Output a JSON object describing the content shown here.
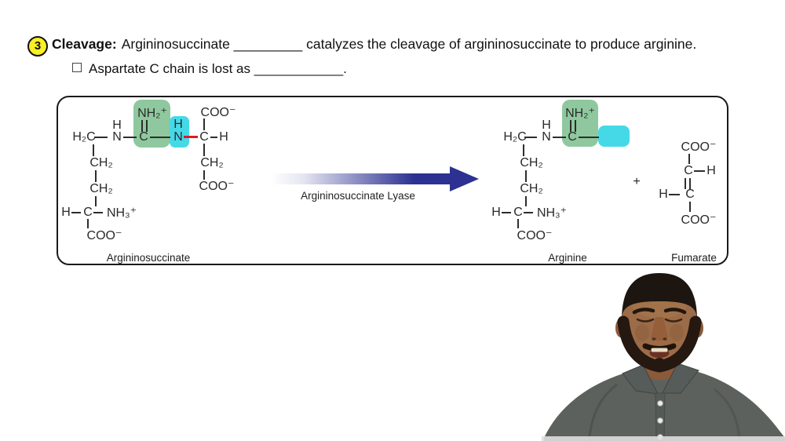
{
  "header": {
    "step_number": "3",
    "bold_label": "Cleavage:",
    "line1_rest": "Argininosuccinate _________ catalyzes the cleavage of argininosuccinate to produce arginine.",
    "line2": "Aspartate C chain is lost as ____________."
  },
  "sym": {
    "h2c": "H₂C",
    "h": "H",
    "n": "N",
    "c": "C",
    "ch2": "CH₂",
    "coo": "COO⁻",
    "nh3": "NH₃⁺",
    "nh2": "NH₂⁺",
    "plus": "+"
  },
  "diagram": {
    "arrow_label": "Argininosuccinate Lyase",
    "molecule_labels": {
      "reactant": "Argininosuccinate",
      "product1": "Arginine",
      "product2": "Fumarate"
    },
    "colors": {
      "highlight_green": "#8fc89e",
      "highlight_cyan": "#45d9e8",
      "cleaved_bond_red": "#e01827",
      "arrow_blue": "#2d3191",
      "step_badge_yellow": "#f8ef25"
    }
  },
  "webcam": {
    "shirt_color": "#5c615e",
    "skin_tone": "#9c6b47",
    "hair_color": "#1d1510"
  }
}
